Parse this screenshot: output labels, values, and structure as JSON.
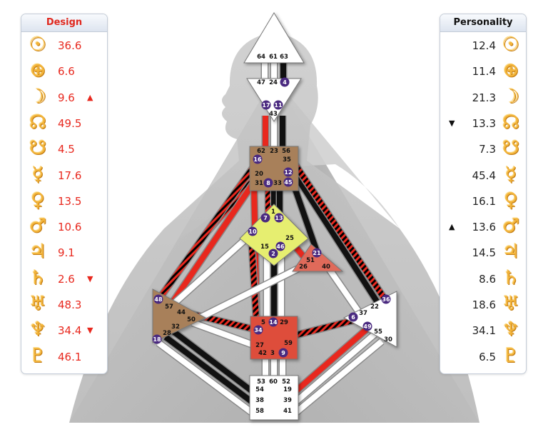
{
  "design": {
    "title": "Design",
    "rows": [
      {
        "glyph": "sun-icon",
        "symbol": "☉",
        "value": "36.6",
        "arrow": ""
      },
      {
        "glyph": "earth-icon",
        "symbol": "⊕",
        "value": "6.6",
        "arrow": ""
      },
      {
        "glyph": "moon-icon",
        "symbol": "☽",
        "value": "9.6",
        "arrow": "▲"
      },
      {
        "glyph": "north-node-icon",
        "symbol": "☊",
        "value": "49.5",
        "arrow": ""
      },
      {
        "glyph": "south-node-icon",
        "symbol": "☋",
        "value": "4.5",
        "arrow": ""
      },
      {
        "glyph": "mercury-icon",
        "symbol": "☿",
        "value": "17.6",
        "arrow": ""
      },
      {
        "glyph": "venus-icon",
        "symbol": "♀",
        "value": "13.5",
        "arrow": ""
      },
      {
        "glyph": "mars-icon",
        "symbol": "♂",
        "value": "10.6",
        "arrow": ""
      },
      {
        "glyph": "jupiter-icon",
        "symbol": "♃",
        "value": "9.1",
        "arrow": ""
      },
      {
        "glyph": "saturn-icon",
        "symbol": "♄",
        "value": "2.6",
        "arrow": "▼"
      },
      {
        "glyph": "uranus-icon",
        "symbol": "♅",
        "value": "48.3",
        "arrow": ""
      },
      {
        "glyph": "neptune-icon",
        "symbol": "♆",
        "value": "34.4",
        "arrow": "▼"
      },
      {
        "glyph": "pluto-icon",
        "symbol": "♇",
        "value": "46.1",
        "arrow": ""
      }
    ]
  },
  "personality": {
    "title": "Personality",
    "rows": [
      {
        "glyph": "sun-icon",
        "symbol": "☉",
        "value": "12.4",
        "arrow": ""
      },
      {
        "glyph": "earth-icon",
        "symbol": "⊕",
        "value": "11.4",
        "arrow": ""
      },
      {
        "glyph": "moon-icon",
        "symbol": "☽",
        "value": "21.3",
        "arrow": ""
      },
      {
        "glyph": "north-node-icon",
        "symbol": "☊",
        "value": "13.3",
        "arrow": "▼"
      },
      {
        "glyph": "south-node-icon",
        "symbol": "☋",
        "value": "7.3",
        "arrow": ""
      },
      {
        "glyph": "mercury-icon",
        "symbol": "☿",
        "value": "45.4",
        "arrow": ""
      },
      {
        "glyph": "venus-icon",
        "symbol": "♀",
        "value": "16.1",
        "arrow": ""
      },
      {
        "glyph": "mars-icon",
        "symbol": "♂",
        "value": "13.6",
        "arrow": "▲"
      },
      {
        "glyph": "jupiter-icon",
        "symbol": "♃",
        "value": "14.5",
        "arrow": ""
      },
      {
        "glyph": "saturn-icon",
        "symbol": "♄",
        "value": "8.6",
        "arrow": ""
      },
      {
        "glyph": "uranus-icon",
        "symbol": "♅",
        "value": "18.6",
        "arrow": ""
      },
      {
        "glyph": "neptune-icon",
        "symbol": "♆",
        "value": "34.1",
        "arrow": ""
      },
      {
        "glyph": "pluto-icon",
        "symbol": "♇",
        "value": "6.5",
        "arrow": ""
      }
    ]
  },
  "colors": {
    "design": "#e8281e",
    "personality": "#111111",
    "glyph": "#f3b43a",
    "gate_circle": "#4a2a80"
  },
  "bodygraph": {
    "centers": [
      {
        "id": "head",
        "shape": "triangle",
        "fill": "#ffffff",
        "gates": [
          "64",
          "61",
          "63"
        ]
      },
      {
        "id": "ajna",
        "shape": "triangle",
        "fill": "#ffffff",
        "gates": [
          "47",
          "24",
          "4",
          "17",
          "11",
          "43"
        ]
      },
      {
        "id": "throat",
        "shape": "square",
        "fill": "#a8805a",
        "gates": [
          "62",
          "23",
          "56",
          "16",
          "35",
          "20",
          "12",
          "31",
          "8",
          "33",
          "45"
        ]
      },
      {
        "id": "g-center",
        "shape": "diamond",
        "fill": "#e6ee70",
        "gates": [
          "1",
          "7",
          "13",
          "10",
          "25",
          "15",
          "46",
          "2"
        ]
      },
      {
        "id": "heart",
        "shape": "triangle",
        "fill": "#e06a5a",
        "gates": [
          "21",
          "51",
          "26",
          "40"
        ]
      },
      {
        "id": "spleen",
        "shape": "triangle",
        "fill": "#a8805a",
        "gates": [
          "48",
          "57",
          "44",
          "50",
          "32",
          "28",
          "18"
        ]
      },
      {
        "id": "sacral",
        "shape": "square",
        "fill": "#de4e3a",
        "gates": [
          "5",
          "14",
          "29",
          "34",
          "27",
          "59",
          "42",
          "3",
          "9"
        ]
      },
      {
        "id": "solar-plexus",
        "shape": "triangle",
        "fill": "#ffffff",
        "gates": [
          "36",
          "22",
          "6",
          "37",
          "49",
          "55",
          "30"
        ]
      },
      {
        "id": "root",
        "shape": "square",
        "fill": "#ffffff",
        "gates": [
          "53",
          "60",
          "52",
          "54",
          "19",
          "38",
          "39",
          "58",
          "41"
        ]
      }
    ],
    "channels": [
      {
        "id": "64-47",
        "design": false,
        "personality": false
      },
      {
        "id": "61-24",
        "design": false,
        "personality": false
      },
      {
        "id": "63-4",
        "design": false,
        "personality": true
      },
      {
        "id": "17-62",
        "design": true,
        "personality": false
      },
      {
        "id": "43-23",
        "design": false,
        "personality": false
      },
      {
        "id": "11-56",
        "design": false,
        "personality": true
      },
      {
        "id": "7-31",
        "design": true,
        "personality": true
      },
      {
        "id": "1-8",
        "design": false,
        "personality": true
      },
      {
        "id": "13-33",
        "design": false,
        "personality": true
      },
      {
        "id": "10-20",
        "design": true,
        "personality": true
      },
      {
        "id": "2-14",
        "design": false,
        "personality": true
      },
      {
        "id": "15-5",
        "design": false,
        "personality": false
      },
      {
        "id": "46-29",
        "design": false,
        "personality": false
      },
      {
        "id": "45-21",
        "design": false,
        "personality": true
      },
      {
        "id": "12-22",
        "design": false,
        "personality": true
      },
      {
        "id": "35-36",
        "design": true,
        "personality": true
      },
      {
        "id": "16-48",
        "design": true,
        "personality": true
      },
      {
        "id": "20-57",
        "design": true,
        "personality": false
      },
      {
        "id": "20-34",
        "design": true,
        "personality": false
      },
      {
        "id": "10-34",
        "design": true,
        "personality": true
      },
      {
        "id": "57-34",
        "design": true,
        "personality": true
      },
      {
        "id": "10-57",
        "design": false,
        "personality": false
      },
      {
        "id": "25-51",
        "design": true,
        "personality": false
      },
      {
        "id": "26-44",
        "design": false,
        "personality": false
      },
      {
        "id": "40-37",
        "design": false,
        "personality": false
      },
      {
        "id": "50-27",
        "design": false,
        "personality": false
      },
      {
        "id": "59-6",
        "design": true,
        "personality": true
      },
      {
        "id": "3-60",
        "design": false,
        "personality": false
      },
      {
        "id": "42-53",
        "design": false,
        "personality": false
      },
      {
        "id": "9-52",
        "design": false,
        "personality": false
      },
      {
        "id": "32-54",
        "design": false,
        "personality": true
      },
      {
        "id": "28-38",
        "design": false,
        "personality": true
      },
      {
        "id": "18-58",
        "design": false,
        "personality": false
      },
      {
        "id": "49-19",
        "design": true,
        "personality": false
      },
      {
        "id": "55-39",
        "design": false,
        "personality": false
      },
      {
        "id": "30-41",
        "design": false,
        "personality": false
      }
    ],
    "highlighted_gates": [
      "4",
      "17",
      "11",
      "16",
      "12",
      "8",
      "45",
      "7",
      "13",
      "10",
      "46",
      "2",
      "21",
      "48",
      "18",
      "14",
      "34",
      "9",
      "36",
      "6",
      "49"
    ]
  }
}
